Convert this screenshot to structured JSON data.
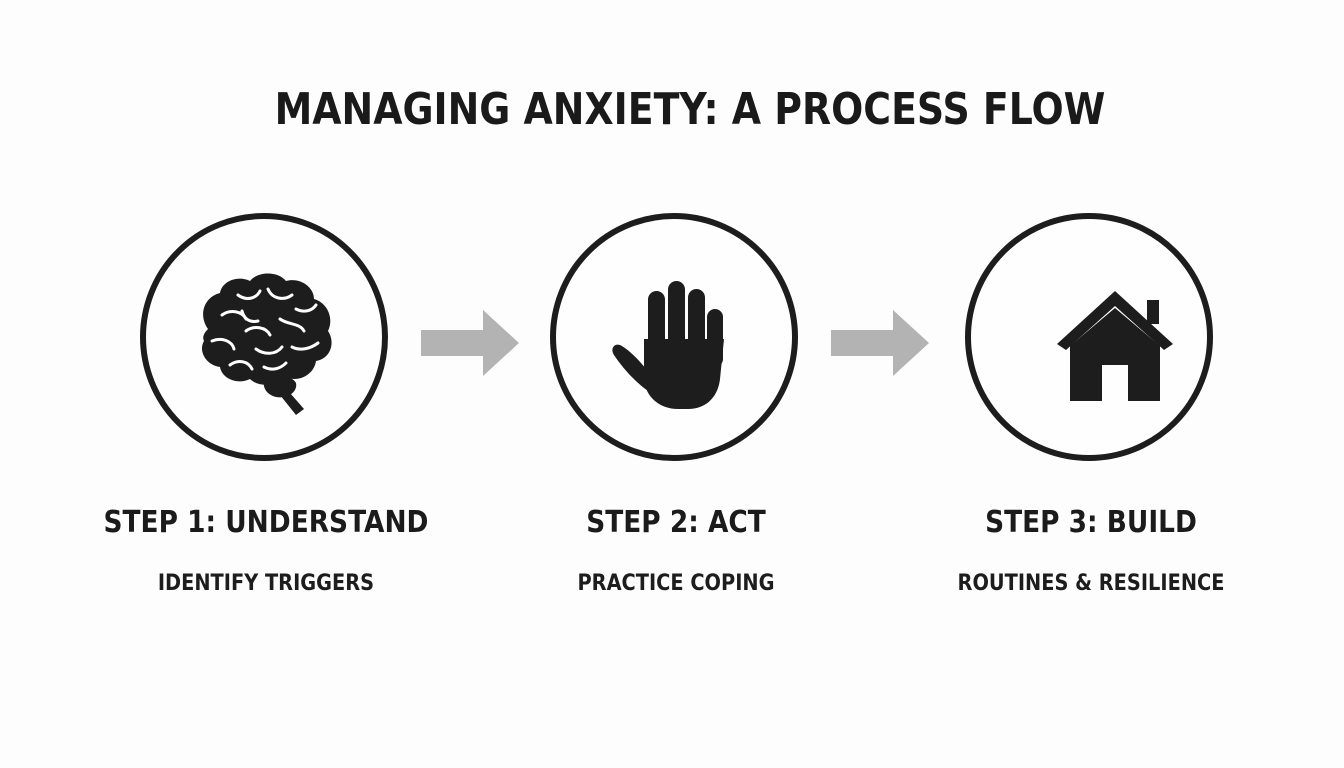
{
  "title": "MANAGING ANXIETY: A PROCESS FLOW",
  "steps": [
    {
      "title": "STEP 1: UNDERSTAND",
      "subtitle": "IDENTIFY TRIGGERS",
      "icon": "brain-icon"
    },
    {
      "title": "STEP 2: ACT",
      "subtitle": "PRACTICE COPING",
      "icon": "hand-icon"
    },
    {
      "title": "STEP 3: BUILD",
      "subtitle": "ROUTINES & RESILIENCE",
      "icon": "house-icon"
    }
  ],
  "colors": {
    "background": "#fdfdfd",
    "ink": "#1d1d1d",
    "arrow": "#b3b3b3"
  }
}
